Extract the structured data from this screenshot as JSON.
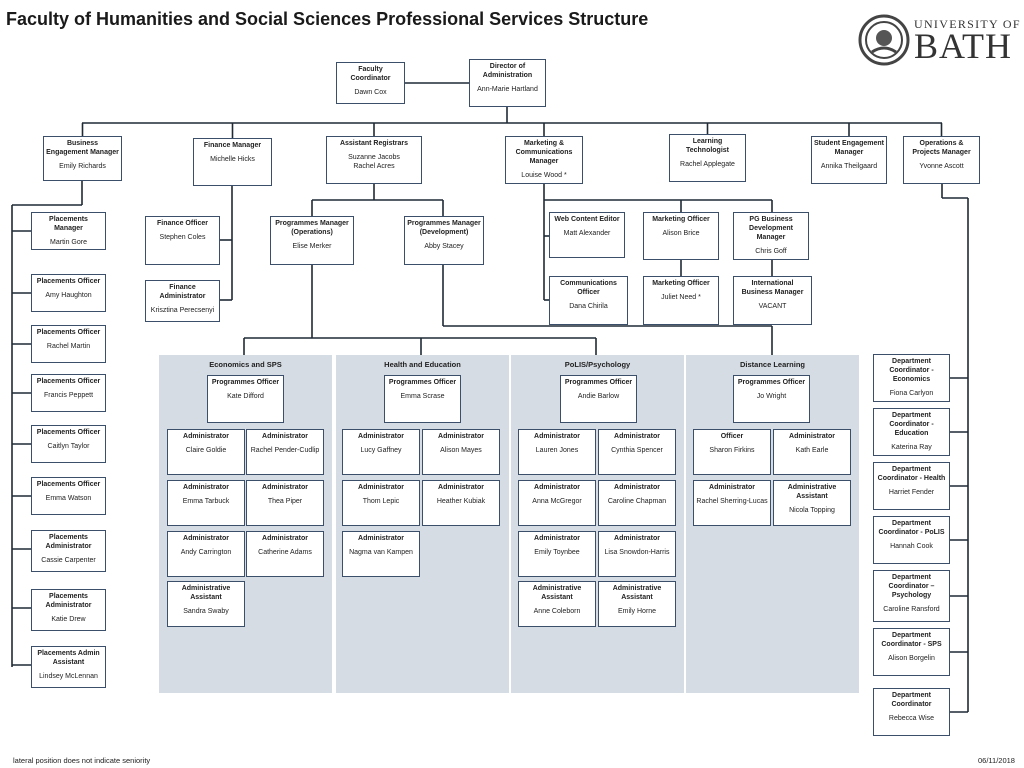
{
  "title": "Faculty of Humanities and Social Sciences Professional Services Structure",
  "logo": {
    "line1": "UNIVERSITY OF",
    "line2": "BATH"
  },
  "footer": {
    "note": "lateral position does not indicate seniority",
    "date": "06/11/2018"
  },
  "colors": {
    "panel": "#d6dce4",
    "border": "#3b4f6b",
    "line": "#1f2a36"
  },
  "top": {
    "director": {
      "title": "Director of Administration",
      "name": "Ann-Marie Hartland"
    },
    "coordinator": {
      "title": "Faculty Coordinator",
      "name": "Dawn Cox"
    }
  },
  "level2": [
    {
      "title": "Business Engagement Manager",
      "name": "Emily Richards"
    },
    {
      "title": "Finance Manager",
      "name": "Michelle Hicks"
    },
    {
      "title": "Assistant Registrars",
      "name": "Suzanne Jacobs\nRachel Acres"
    },
    {
      "title": "Marketing  & Communications Manager",
      "name": "Louise Wood *"
    },
    {
      "title": "Learning Technologist",
      "name": "Rachel Applegate"
    },
    {
      "title": "Student Engagement Manager",
      "name": "Annika Theilgaard"
    },
    {
      "title": "Operations & Projects Manager",
      "name": "Yvonne Ascott"
    }
  ],
  "placements": [
    {
      "title": "Placements Manager",
      "name": "Martin Gore"
    },
    {
      "title": "Placements Officer",
      "name": "Amy Haughton"
    },
    {
      "title": "Placements Officer",
      "name": "Rachel Martin"
    },
    {
      "title": "Placements Officer",
      "name": "Francis Peppett"
    },
    {
      "title": "Placements Officer",
      "name": "Caitlyn Taylor"
    },
    {
      "title": "Placements Officer",
      "name": "Emma Watson"
    },
    {
      "title": "Placements Administrator",
      "name": "Cassie Carpenter"
    },
    {
      "title": "Placements Administrator",
      "name": "Katie Drew"
    },
    {
      "title": "Placements Admin Assistant",
      "name": "Lindsey McLennan"
    }
  ],
  "finance": [
    {
      "title": "Finance Officer",
      "name": "Stephen Coles"
    },
    {
      "title": "Finance Administrator",
      "name": "Krisztina Perecsenyi"
    }
  ],
  "programmes": [
    {
      "title": "Programmes Manager (Operations)",
      "name": "Elise Merker"
    },
    {
      "title": "Programmes Manager (Development)",
      "name": "Abby Stacey"
    }
  ],
  "marketing": [
    {
      "title": "Web Content Editor",
      "name": "Matt Alexander"
    },
    {
      "title": "Marketing Officer",
      "name": "Alison Brice"
    },
    {
      "title": "PG Business Development Manager",
      "name": "Chris Goff"
    },
    {
      "title": "Communications Officer",
      "name": "Dana Chirila"
    },
    {
      "title": "Marketing Officer",
      "name": "Juliet Need *"
    },
    {
      "title": "International Business Manager",
      "name": "VACANT"
    }
  ],
  "departments": [
    {
      "title": "Department Coordinator - Economics",
      "name": "Fiona Carlyon"
    },
    {
      "title": "Department Coordinator - Education",
      "name": "Katerina Ray"
    },
    {
      "title": "Department Coordinator - Health",
      "name": "Harriet Fender"
    },
    {
      "title": "Department Coordinator - PoLIS",
      "name": "Hannah Cook"
    },
    {
      "title": "Department Coordinator – Psychology",
      "name": "Caroline Ransford"
    },
    {
      "title": "Department Coordinator - SPS",
      "name": "Alison Borgelin"
    },
    {
      "title": "Department Coordinator",
      "name": "Rebecca Wise"
    }
  ],
  "panels": [
    {
      "heading": "Economics and SPS",
      "officer": {
        "title": "Programmes Officer",
        "name": "Kate Difford"
      },
      "staff": [
        {
          "title": "Administrator",
          "name": "Claire Goldie"
        },
        {
          "title": "Administrator",
          "name": "Rachel Pender-Cudlip"
        },
        {
          "title": "Administrator",
          "name": "Emma Tarbuck"
        },
        {
          "title": "Administrator",
          "name": "Thea Piper"
        },
        {
          "title": "Administrator",
          "name": "Andy Carrington"
        },
        {
          "title": "Administrator",
          "name": "Catherine Adams"
        },
        {
          "title": "Administrative Assistant",
          "name": "Sandra Swaby"
        }
      ]
    },
    {
      "heading": "Health and Education",
      "officer": {
        "title": "Programmes Officer",
        "name": "Emma Scrase"
      },
      "staff": [
        {
          "title": "Administrator",
          "name": "Lucy Gaffney"
        },
        {
          "title": "Administrator",
          "name": "Alison Mayes"
        },
        {
          "title": "Administrator",
          "name": "Thom Lepic"
        },
        {
          "title": "Administrator",
          "name": "Heather Kubiak"
        },
        {
          "title": "Administrator",
          "name": "Nagma van Kampen"
        }
      ]
    },
    {
      "heading": "PoLIS/Psychology",
      "officer": {
        "title": "Programmes Officer",
        "name": "Andie Barlow"
      },
      "staff": [
        {
          "title": "Administrator",
          "name": "Lauren Jones"
        },
        {
          "title": "Administrator",
          "name": "Cynthia Spencer"
        },
        {
          "title": "Administrator",
          "name": "Anna McGregor"
        },
        {
          "title": "Administrator",
          "name": "Caroline Chapman"
        },
        {
          "title": "Administrator",
          "name": "Emily Toynbee"
        },
        {
          "title": "Administrator",
          "name": "Lisa Snowdon-Harris"
        },
        {
          "title": "Administrative Assistant",
          "name": "Anne Coleborn"
        },
        {
          "title": "Administrative Assistant",
          "name": "Emily Horne"
        }
      ]
    },
    {
      "heading": "Distance Learning",
      "officer": {
        "title": "Programmes Officer",
        "name": "Jo Wright"
      },
      "staff": [
        {
          "title": "Officer",
          "name": "Sharon Firkins"
        },
        {
          "title": "Administrator",
          "name": "Kath Earle"
        },
        {
          "title": "Administrator",
          "name": "Rachel Sherring-Lucas"
        },
        {
          "title": "Administrative Assistant",
          "name": "Nicola Topping"
        }
      ]
    }
  ]
}
